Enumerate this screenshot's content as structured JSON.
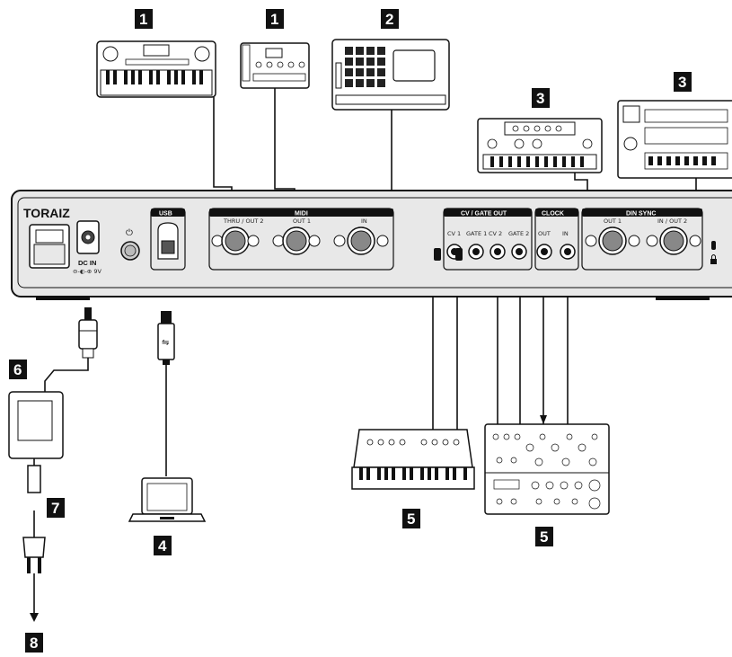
{
  "brand": "TORAIZ",
  "panel": {
    "section_usb": "USB",
    "section_midi": "MIDI",
    "section_cv_gate": "CV / GATE OUT",
    "section_clock": "CLOCK",
    "section_din_sync": "DIN SYNC",
    "dc_in": "DC IN",
    "dc_spec": "⊖-◐-⊕ 9V",
    "power_symbol": "⏻",
    "midi_ports": [
      "THRU / OUT 2",
      "OUT 1",
      "IN"
    ],
    "cv_ports": [
      "CV 1",
      "GATE 1",
      "CV 2",
      "GATE 2"
    ],
    "clock_ports": [
      "OUT",
      "IN"
    ],
    "din_sync_ports": [
      "OUT 1",
      "IN / OUT 2"
    ]
  },
  "callouts": {
    "keyboard_synth": "1",
    "sound_module": "1",
    "sampler": "2",
    "drum_machine_a": "3",
    "drum_machine_b": "3",
    "computer": "4",
    "mono_synth": "5",
    "modular_synth": "5",
    "ac_adapter": "6",
    "power_cord": "7",
    "outlet": "8"
  },
  "colors": {
    "panel": "#e6e6e6",
    "label_black": "#1a1a1a",
    "callout_bg": "#111111",
    "line": "#111111"
  }
}
